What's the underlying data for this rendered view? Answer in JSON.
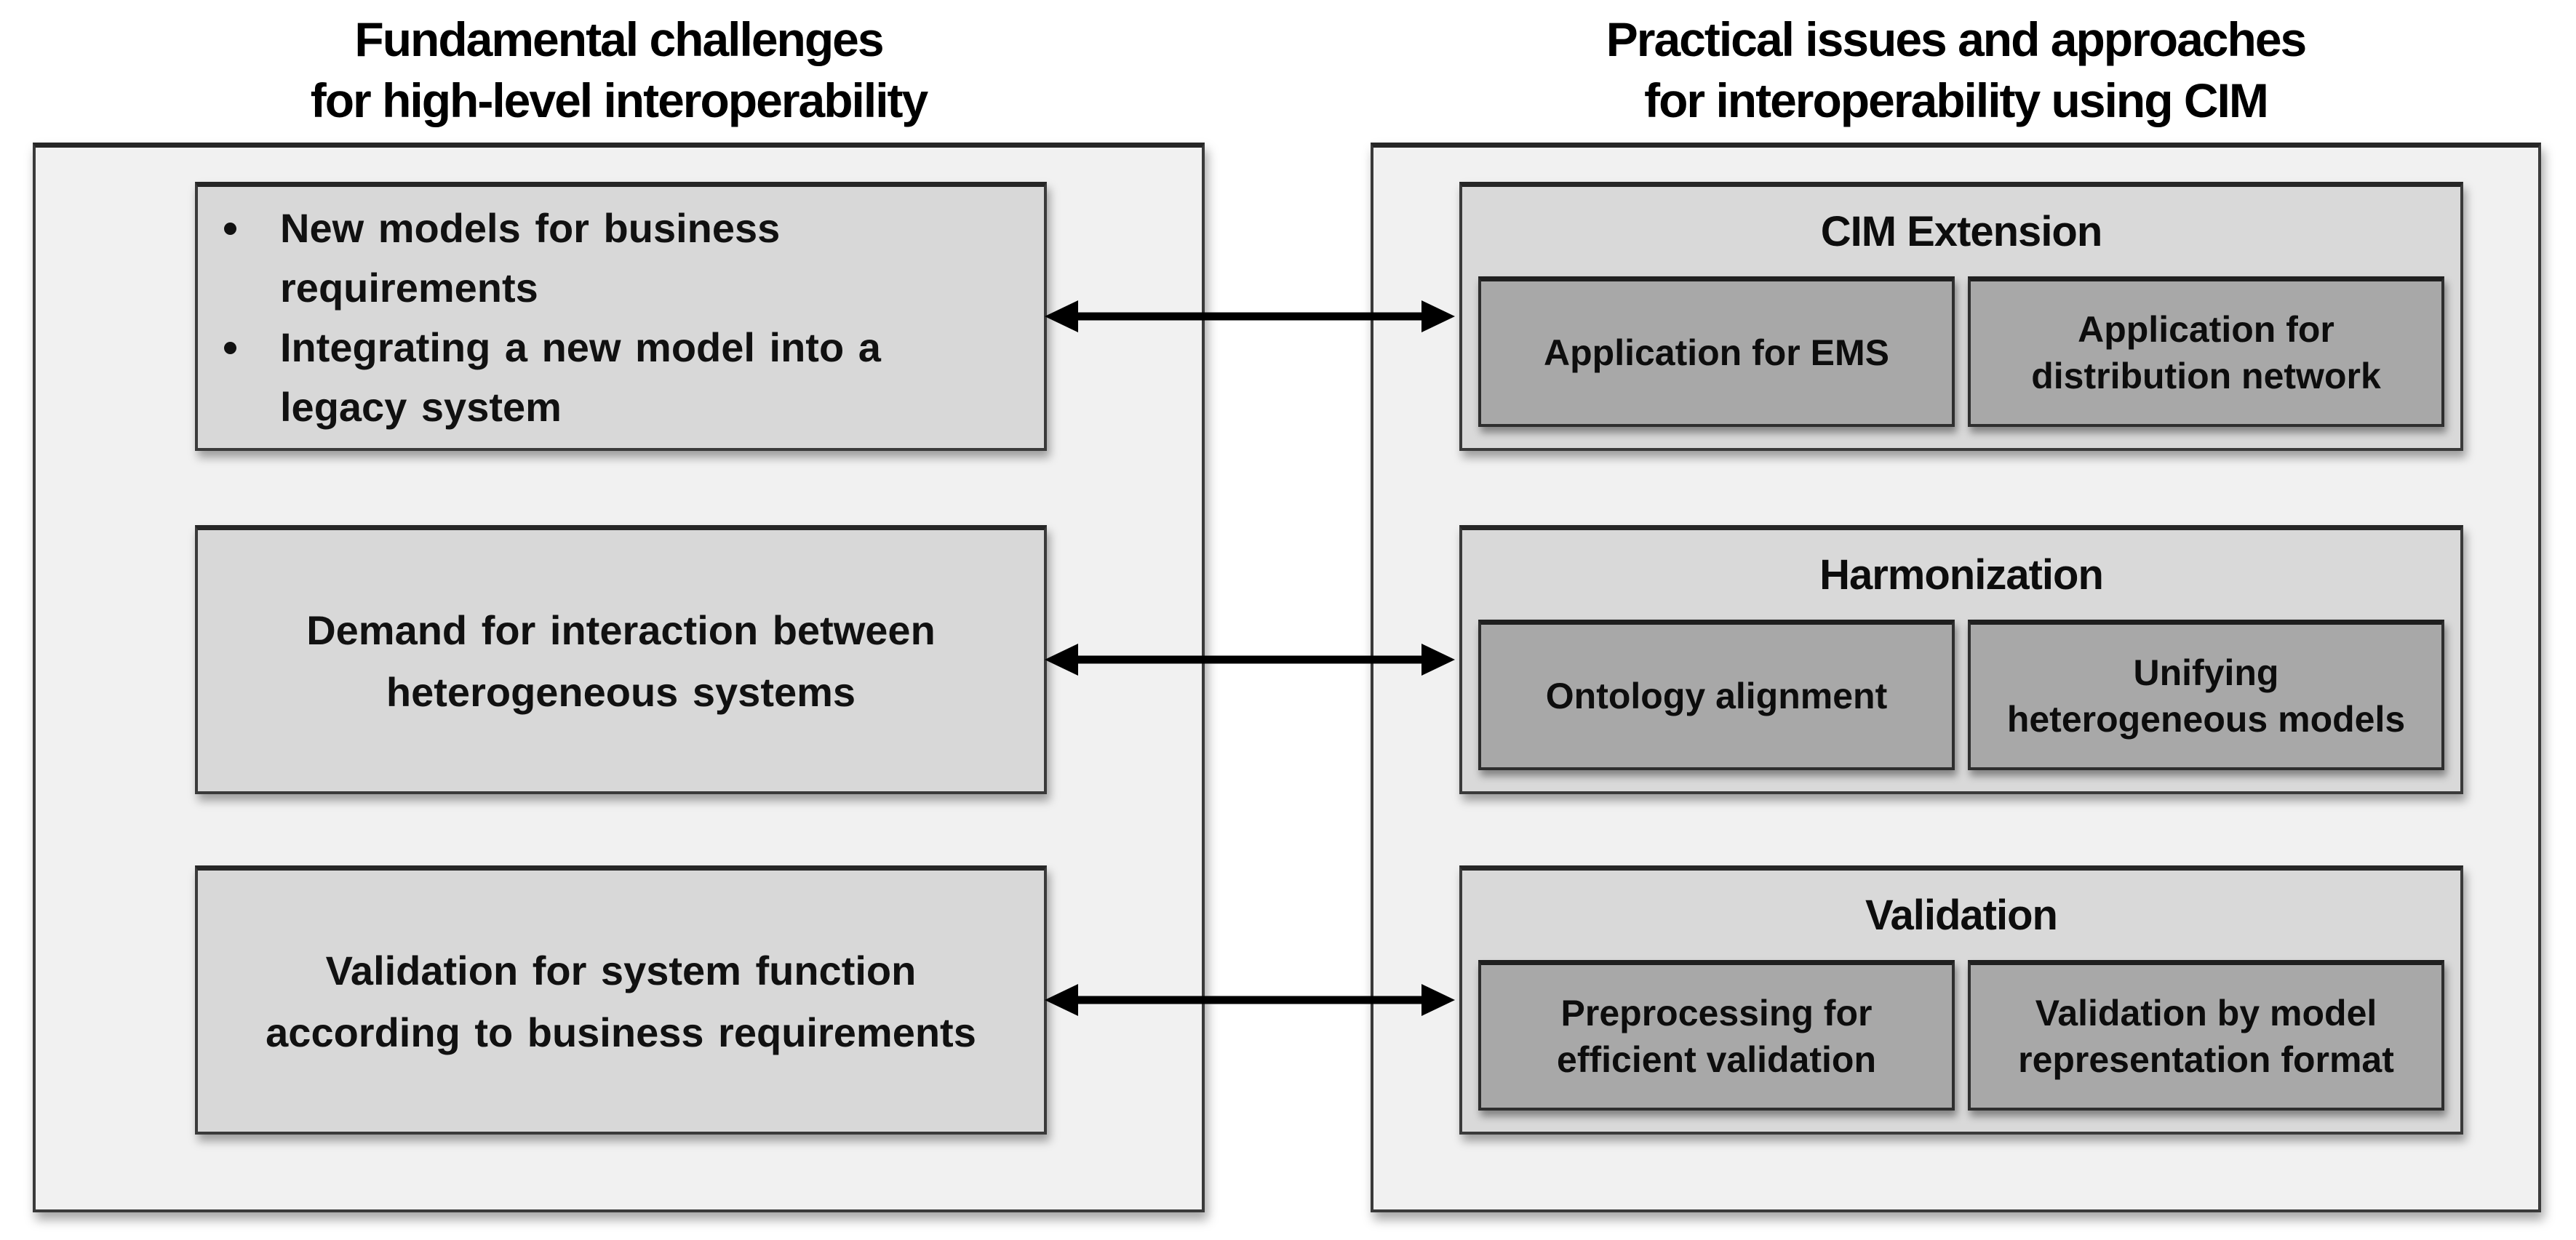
{
  "left_column": {
    "title_lines": [
      "Fundamental challenges",
      "for high-level interoperability"
    ],
    "boxes": [
      {
        "bullets": [
          {
            "lines": [
              "New models for business",
              "requirements"
            ]
          },
          {
            "lines": [
              "Integrating a new model into a",
              "legacy system"
            ]
          }
        ]
      },
      {
        "lines": [
          "Demand for interaction between",
          "heterogeneous systems"
        ]
      },
      {
        "lines": [
          "Validation for system function",
          "according to business requirements"
        ]
      }
    ]
  },
  "right_column": {
    "title_lines": [
      "Practical issues and approaches",
      "for interoperability using CIM"
    ],
    "groups": [
      {
        "title": "CIM Extension",
        "sub_boxes": [
          {
            "lines": [
              "Application for EMS"
            ]
          },
          {
            "lines": [
              "Application for",
              "distribution network"
            ]
          }
        ]
      },
      {
        "title": "Harmonization",
        "sub_boxes": [
          {
            "lines": [
              "Ontology alignment"
            ]
          },
          {
            "lines": [
              "Unifying",
              "heterogeneous models"
            ]
          }
        ]
      },
      {
        "title": "Validation",
        "sub_boxes": [
          {
            "lines": [
              "Preprocessing for",
              "efficient validation"
            ]
          },
          {
            "lines": [
              "Validation by model",
              "representation format"
            ]
          }
        ]
      }
    ]
  },
  "colors": {
    "canvas_bg": "#ffffff",
    "panel_bg": "#f1f1f1",
    "box_bg": "#d8d8d8",
    "group_bg": "#d9d9d9",
    "sub_box_bg": "#a8a8a8",
    "border": "#3a3a3a",
    "arrow": "#000000",
    "text": "#111111"
  }
}
